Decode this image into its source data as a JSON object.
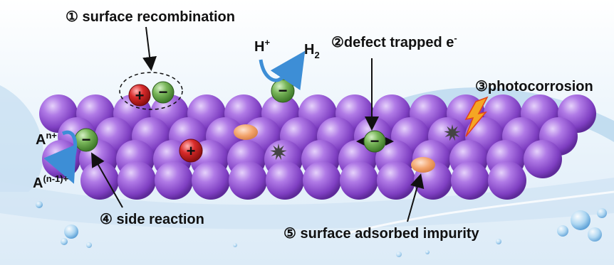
{
  "labels": {
    "surface_recombination": "① surface recombination",
    "defect_trapped": "②defect trapped e",
    "defect_trapped_sup": "-",
    "photocorrosion": "③photocorrosion",
    "side_reaction": "④ side reaction",
    "surface_adsorbed": "⑤ surface adsorbed impurity"
  },
  "species": {
    "h_plus": "H",
    "h_plus_sup": "+",
    "h2": "H",
    "h2_sub": "2",
    "a_n": "A",
    "a_n_sup": "n+",
    "a_n1": "A",
    "a_n1_sup": "(n-1)+"
  },
  "charges": {
    "plus": "+",
    "minus": "−"
  },
  "colors": {
    "sphere_main": "#9a5fd4",
    "electron": "#6aa84f",
    "hole": "#cc1f1f",
    "impurity": "#f2a36b",
    "defect": "#444444",
    "arrow_blue": "#3d8ed6",
    "lightning": "#f5a623"
  },
  "icons": {
    "defect": "defect-star-icon",
    "lightning": "lightning-bolt-icon"
  }
}
